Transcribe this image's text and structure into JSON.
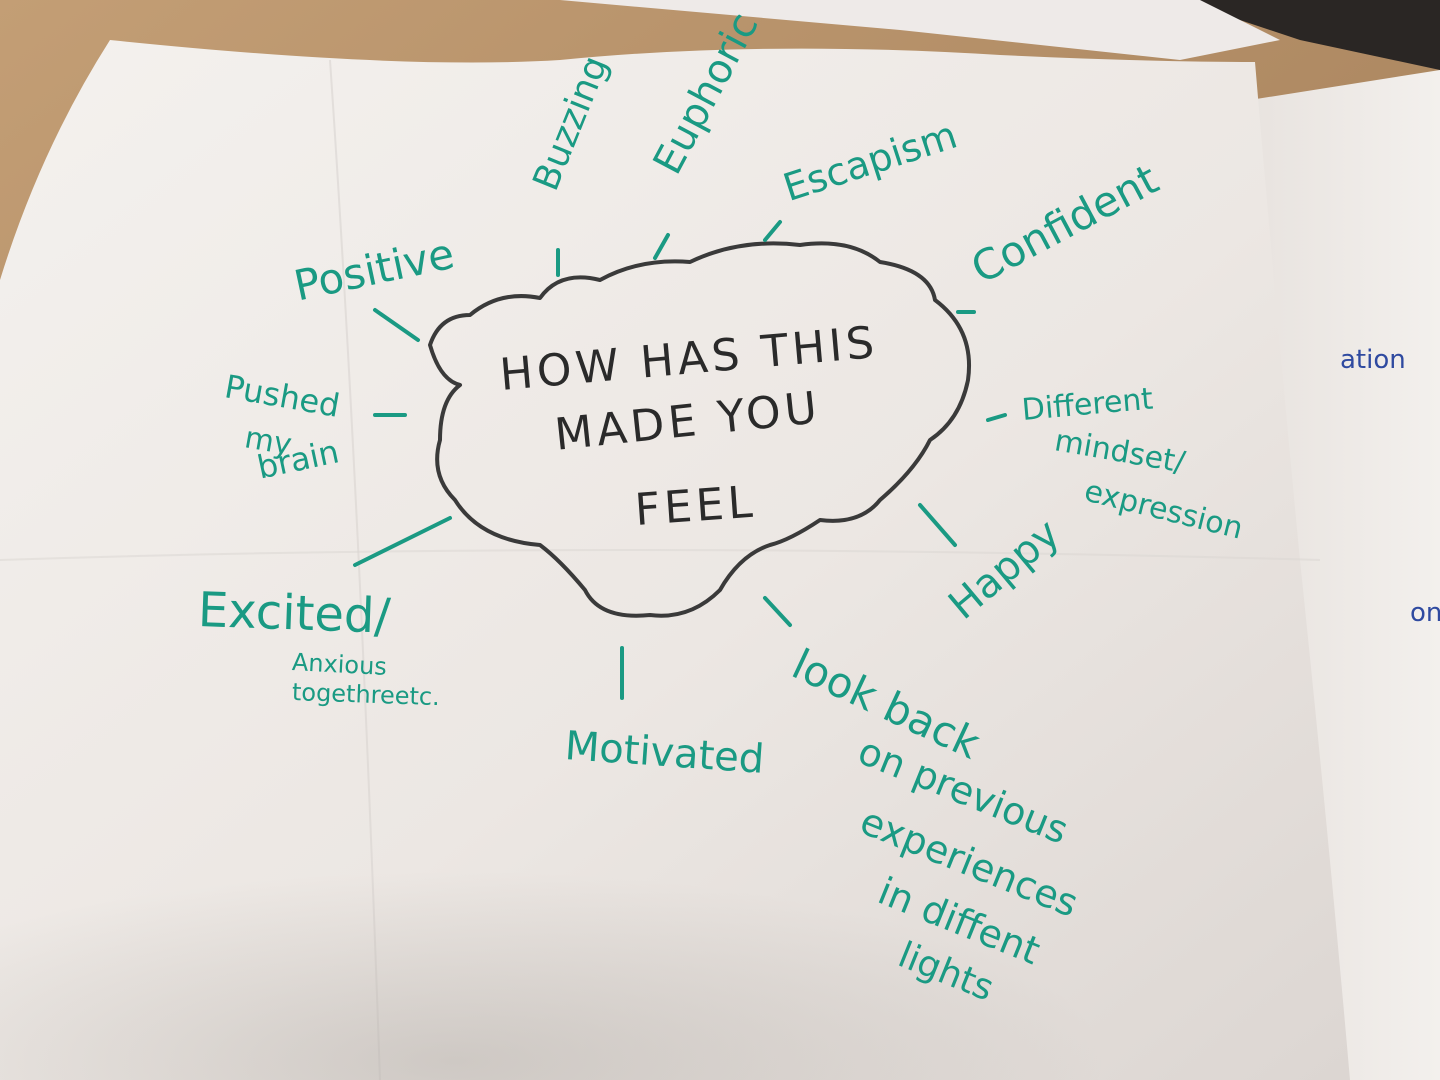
{
  "center": {
    "line1": "HOW HAS THIS",
    "line2": "MADE YOU",
    "line3": "FEEL"
  },
  "responses": {
    "buzzing": "Buzzing",
    "euphoric": "Euphoric",
    "escapism": "Escapism",
    "confident": "Confident",
    "positive": "Positive",
    "pushed_1": "Pushed",
    "pushed_2": "my",
    "pushed_3": "brain",
    "different_1": "Different",
    "different_2": "mindset/",
    "different_3": "expression",
    "happy": "Happy",
    "excited": "Excited/",
    "anxious_1": "Anxious",
    "anxious_2": "togethreetc.",
    "motivated": "Motivated",
    "look_1": "look back",
    "look_2": "on previous",
    "look_3": "experiences",
    "look_4": "in diffent",
    "look_5": "lights"
  },
  "next_sheet": {
    "fragment_1": "ation",
    "fragment_2": "on"
  },
  "colors": {
    "marker_teal": "#1a9a83",
    "marker_black": "#2a2a2a",
    "marker_blue": "#2f4aa0",
    "paper": "#f2efeb",
    "table": "#b08a63"
  }
}
